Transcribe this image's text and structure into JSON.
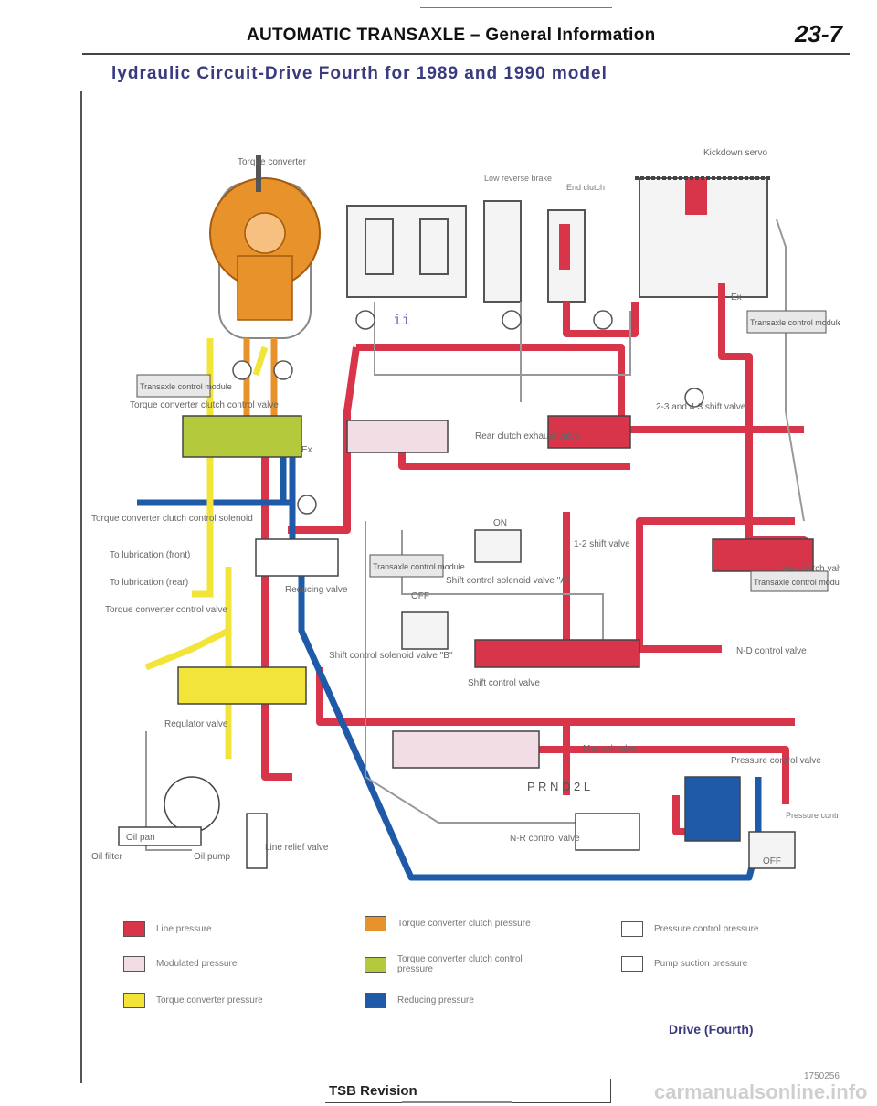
{
  "header": {
    "title": "AUTOMATIC TRANSAXLE – General Information",
    "page_number": "23-7"
  },
  "diagram_title": "lydraulic Circuit-Drive Fourth for 1989 and 1990 model",
  "labels": {
    "torque_converter": "Torque converter",
    "kickdown_servo": "Kickdown servo",
    "low_reverse_brake": "Low reverse brake",
    "end_clutch": "End clutch",
    "tcm": "Transaxle control module",
    "tcc_control_valve": "Torque converter clutch control valve",
    "tcc_solenoid": "Torque converter clutch control solenoid",
    "rear_clutch_exhaust_valve": "Rear clutch exhaust valve",
    "shift_valve_23_43": "2-3 and 4-3 shift valve",
    "to_lubrication_front": "To lubrication (front)",
    "to_lubrication_rear": "To lubrication (rear)",
    "reducing_valve": "Reducing valve",
    "on": "ON",
    "off": "OFF",
    "shift_solenoid_a": "Shift control solenoid valve \"A\"",
    "shift_12_valve": "1-2 shift valve",
    "end_clutch_valve": "End clutch valve",
    "torque_converter_control_valve": "Torque converter control valve",
    "shift_solenoid_b": "Shift control solenoid valve \"B\"",
    "shift_control_valve": "Shift control valve",
    "nd_control_valve": "N-D control valve",
    "regulator_valve": "Regulator valve",
    "manual_valve": "Manual valve",
    "pressure_control_valve": "Pressure control valve",
    "gear_positions": "P R N D 2 L",
    "pressure_control_solenoid": "Pressure control solenoid valve",
    "nr_control_valve": "N-R control valve",
    "oil_filter": "Oil filter",
    "oil_pump": "Oil pump",
    "line_relief_valve": "Line relief valve",
    "oil_pan": "Oil pan",
    "ex": "Ex",
    "ii": "ii"
  },
  "legend": [
    {
      "text": "Line pressure",
      "color": "#d8344a"
    },
    {
      "text": "Torque converter clutch pressure",
      "color": "#e8922c"
    },
    {
      "text": "Pressure control pressure",
      "color": "#ffffff"
    },
    {
      "text": "Modulated pressure",
      "color": "#f3dde4"
    },
    {
      "text": "Torque converter clutch control pressure",
      "color": "#b4c93c"
    },
    {
      "text": "Pump suction pressure",
      "color": "#ffffff"
    },
    {
      "text": "Torque converter pressure",
      "color": "#f2e438"
    },
    {
      "text": "Reducing pressure",
      "color": "#1f5aa8"
    }
  ],
  "drive_label": "Drive (Fourth)",
  "figure_code": "1750256",
  "footer": {
    "text": "TSB Revision"
  },
  "watermark": "carmanualsonline.info",
  "colors": {
    "line": "#d8344a",
    "converter": "#e8922c",
    "yellow": "#f2e438",
    "green": "#b4c93c",
    "blue": "#1f5aa8",
    "pink": "#f3dde4"
  }
}
